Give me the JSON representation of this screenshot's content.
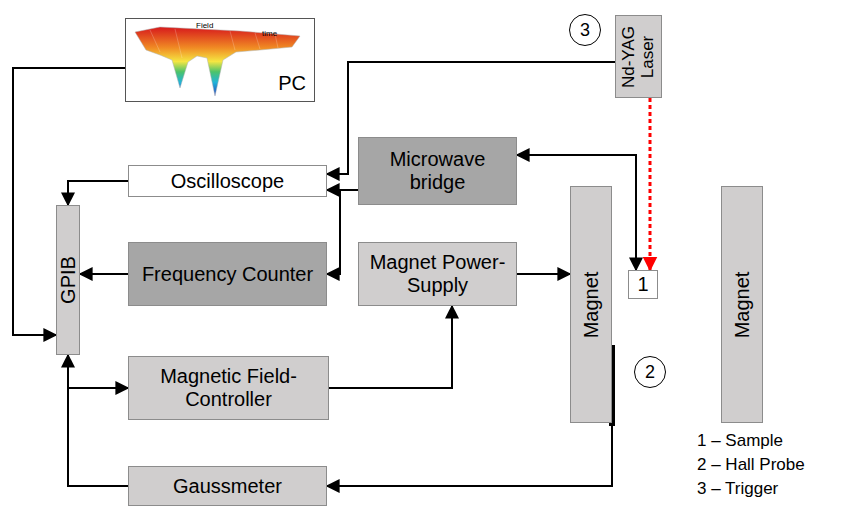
{
  "diagram": {
    "nodes": [
      {
        "text": [
          "PC"
        ]
      },
      {
        "text": [
          "3"
        ]
      },
      {
        "text": [
          "Nd-YAG Laser"
        ]
      },
      {
        "text": [
          "Microwave bridge"
        ]
      },
      {
        "text": [
          "Oscilloscope"
        ]
      },
      {
        "text": [
          "Frequency Counter"
        ]
      },
      {
        "text": [
          "Magnet Power-Supply"
        ]
      },
      {
        "text": [
          "Magnet"
        ]
      },
      {
        "text": [
          "1"
        ]
      },
      {
        "text": [
          "Magnet"
        ]
      },
      {
        "text": [
          "GPIB"
        ]
      },
      {
        "text": [
          "2"
        ]
      },
      {
        "text": [
          "Magnetic Field-Controller"
        ]
      },
      {
        "text": [
          "Gaussmeter"
        ]
      }
    ],
    "edges": [
      {
        "from": 2,
        "to": 4,
        "arrow": "to"
      },
      {
        "from": 3,
        "to": 4,
        "arrow": "to"
      },
      {
        "from": 3,
        "to": 5,
        "arrow": "to"
      },
      {
        "from": 3,
        "to": 8,
        "arrow": "both"
      },
      {
        "from": 2,
        "to": 8,
        "arrow": "to"
      },
      {
        "from": 6,
        "to": 7,
        "arrow": "to"
      },
      {
        "from": 12,
        "to": 6,
        "arrow": "to"
      },
      {
        "from": 7,
        "to": 13,
        "arrow": "to"
      },
      {
        "from": 4,
        "to": 10,
        "arrow": "to"
      },
      {
        "from": 5,
        "to": 10,
        "arrow": "to"
      },
      {
        "from": 10,
        "to": 12,
        "arrow": "to"
      },
      {
        "from": 13,
        "to": 10,
        "arrow": "to"
      },
      {
        "from": 0,
        "to": 10,
        "arrow": "to"
      }
    ],
    "labels": [
      "Field",
      "time",
      "1 – Sample",
      "2 – Hall Probe",
      "3 – Trigger"
    ]
  }
}
